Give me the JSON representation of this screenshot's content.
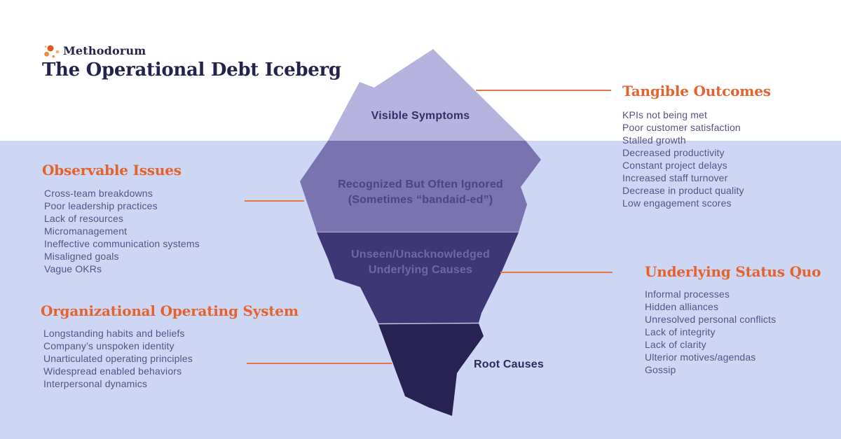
{
  "colors": {
    "accent_orange": "#E5622D",
    "connector_orange": "#E8764B",
    "logo_orange_dark": "#E2581F",
    "logo_orange": "#EE8A31",
    "logo_orange_light": "#F5AE67",
    "water": "#CDD6F3",
    "layer1": "#B6B3DE",
    "layer2": "#7973AF",
    "layer3": "#3D3775",
    "layer4": "#282252",
    "navy": "#24234E",
    "list_text": "#575287",
    "layer3_text": "#6E68AB"
  },
  "brand": {
    "logo_icon": "dots-cluster-icon",
    "logo_text": "Methodorum"
  },
  "title": "The Operational Debt Iceberg",
  "iceberg": {
    "layer1": {
      "label": "Visible Symptoms"
    },
    "layer2": {
      "line1": "Recognized But Often Ignored",
      "line2": "(Sometimes “bandaid-ed”)"
    },
    "layer3": {
      "line1": "Unseen/Unacknowledged",
      "line2": "Underlying Causes"
    },
    "layer4": {
      "label": "Root Causes"
    }
  },
  "sections": {
    "tangible_outcomes": {
      "heading": "Tangible Outcomes",
      "items": [
        "KPIs not being met",
        "Poor customer satisfaction",
        "Stalled growth",
        "Decreased productivity",
        "Constant project delays",
        "Increased staff turnover",
        "Decrease in product quality",
        "Low engagement scores"
      ]
    },
    "observable_issues": {
      "heading": "Observable Issues",
      "items": [
        "Cross-team breakdowns",
        "Poor leadership practices",
        "Lack of resources",
        "Micromanagement",
        "Ineffective communication systems",
        "Misaligned goals",
        "Vague OKRs"
      ]
    },
    "organizational_operating_system": {
      "heading": "Organizational Operating System",
      "items": [
        "Longstanding habits and beliefs",
        "Company’s unspoken identity",
        "Unarticulated operating principles",
        "Widespread enabled behaviors",
        "Interpersonal dynamics"
      ]
    },
    "underlying_status_quo": {
      "heading": "Underlying Status Quo",
      "items": [
        "Informal processes",
        "Hidden alliances",
        "Unresolved personal conflicts",
        "Lack of integrity",
        "Lack of clarity",
        "Ulterior motives/agendas",
        "Gossip"
      ]
    }
  }
}
